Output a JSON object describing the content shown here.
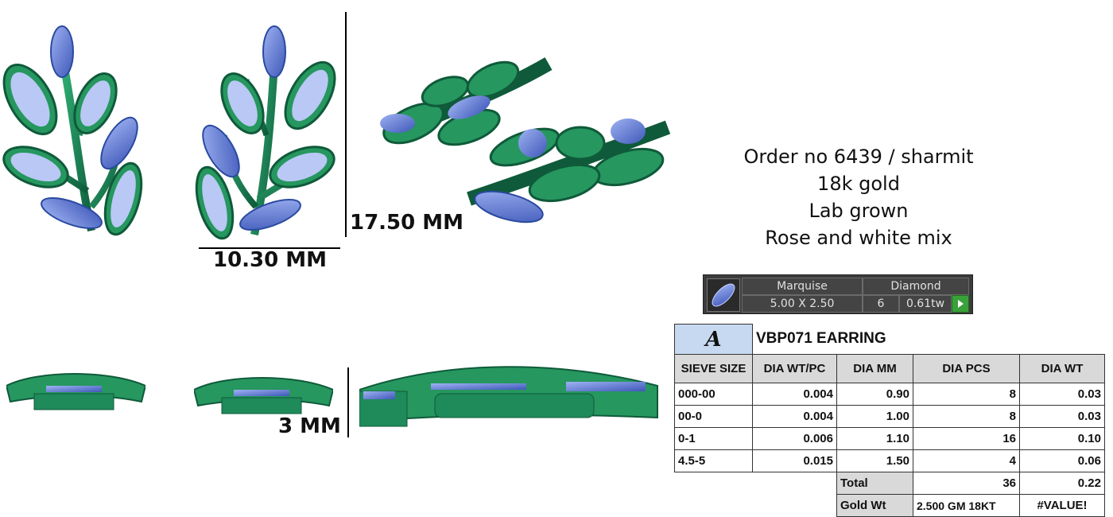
{
  "dimensions": {
    "width_label": "10.30 MM",
    "height_label": "17.50 MM",
    "depth_label": "3 MM"
  },
  "order": {
    "line1": "Order no 6439 / sharmit",
    "line2": "18k gold",
    "line3": "Lab grown",
    "line4": "Rose and white mix"
  },
  "stone_widget": {
    "shape": "Marquise",
    "type": "Diamond",
    "size": "5.00 X 2.50",
    "count": "6",
    "weight": "0.61tw"
  },
  "table": {
    "logo": "A",
    "title": "VBP071 EARRING",
    "headers": [
      "SIEVE SIZE",
      "DIA WT/PC",
      "DIA MM",
      "DIA PCS",
      "DIA WT"
    ],
    "rows": [
      [
        "000-00",
        "0.004",
        "0.90",
        "8",
        "0.03"
      ],
      [
        "00-0",
        "0.004",
        "1.00",
        "8",
        "0.03"
      ],
      [
        "0-1",
        "0.006",
        "1.10",
        "16",
        "0.10"
      ],
      [
        "4.5-5",
        "0.015",
        "1.50",
        "4",
        "0.06"
      ]
    ],
    "total_label": "Total",
    "total_pcs": "36",
    "total_wt": "0.22",
    "gold_label": "Gold Wt",
    "gold_value": "2.500 GM 18KT",
    "gold_extra": "#VALUE!"
  },
  "colors": {
    "metal": "#1f8a5a",
    "metal_dark": "#0f5a3a",
    "stone": "#5a78d6",
    "stone_light": "#b9c8f5"
  }
}
